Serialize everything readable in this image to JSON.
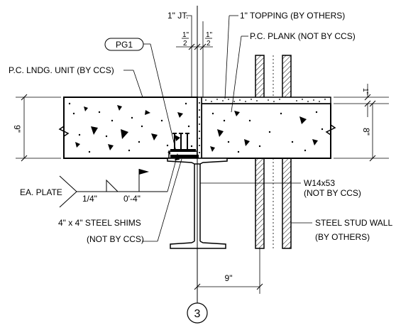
{
  "labels": {
    "joint": "1\" JT.",
    "topping": "1\" TOPPING (BY OTHERS)",
    "plank": "P.C. PLANK (NOT BY CCS)",
    "pg1": "PG1",
    "landing_unit": "P.C. LNDG. UNIT (BY CCS)",
    "half_left_num": "1\"",
    "half_left_den": "2",
    "half_right_num": "1\"",
    "half_right_den": "2",
    "topping_dim": "1\"",
    "left_depth": "9\"",
    "right_depth": "8\"",
    "weld_note": "EA. PLATE",
    "weld_size": "1/4\"",
    "weld_length": "0'-4\"",
    "beam_line1": "W14x53",
    "beam_line2": "(NOT BY CCS)",
    "shims_line1": "4\" x 4\" STEEL SHIMS",
    "shims_line2": "(NOT BY CCS)",
    "wall_line1": "STEEL STUD WALL",
    "wall_line2": "(BY OTHERS)",
    "bottom_dim": "9\"",
    "gridline": "3"
  }
}
